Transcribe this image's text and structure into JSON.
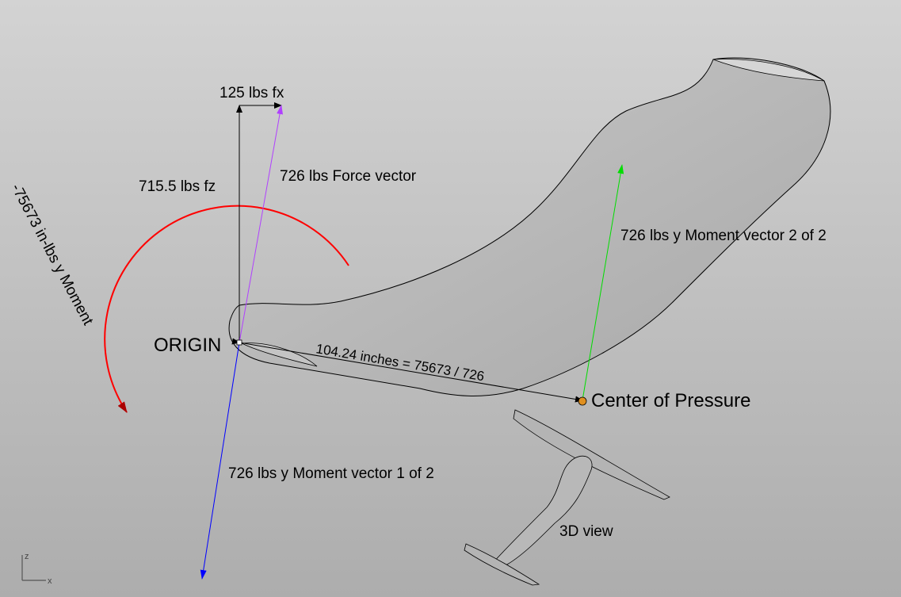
{
  "labels": {
    "fx": "125 lbs fx",
    "fz": "715.5 lbs fz",
    "force_vector": "726 lbs Force vector",
    "moment_vector_2": "726 lbs y Moment vector 2 of 2",
    "moment_vector_1": "726 lbs y Moment vector 1 of 2",
    "y_moment": "-75673 in-lbs y Moment",
    "origin": "ORIGIN",
    "dimension": "104.24 inches = 75673 / 726",
    "center_of_pressure": "Center of Pressure",
    "view_3d": "3D view"
  },
  "axes": {
    "z": "z",
    "x": "x"
  },
  "colors": {
    "force_vector": "#b040ff",
    "moment_vector_1": "#0000ff",
    "moment_vector_2": "#00dd00",
    "moment_arc": "#ff0000",
    "center_of_pressure": "#e09020"
  }
}
